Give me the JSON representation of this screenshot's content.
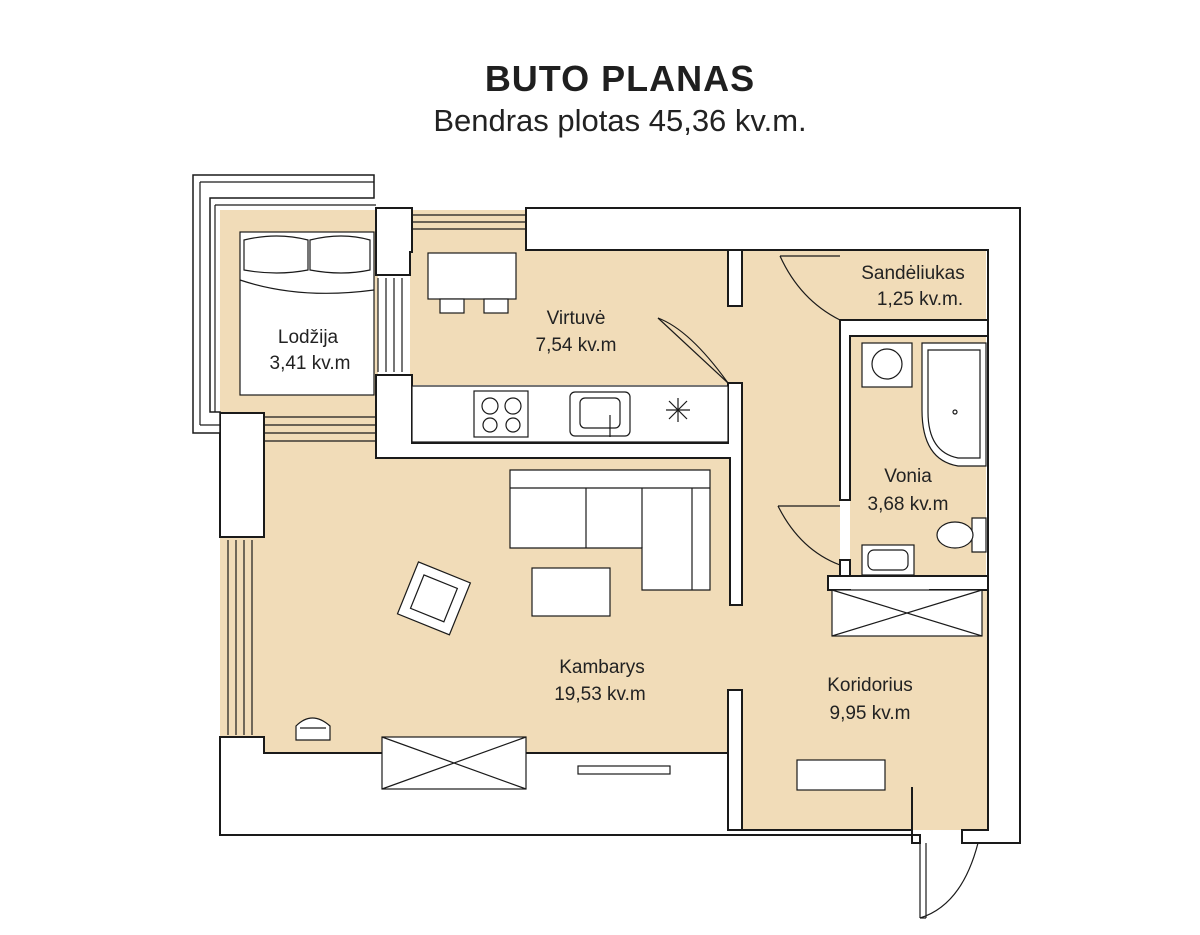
{
  "header": {
    "title": "BUTO PLANAS",
    "subtitle": "Bendras plotas 45,36 kv.m."
  },
  "colors": {
    "floor": "#f1dcb8",
    "wall": "#ffffff",
    "line": "#1a1a1a"
  },
  "rooms": {
    "lodzija": {
      "name": "Lodžija",
      "area": "3,41 kv.m"
    },
    "virtuve": {
      "name": "Virtuvė",
      "area": "7,54 kv.m"
    },
    "sandeliukas": {
      "name": "Sandėliukas",
      "area": "1,25 kv.m."
    },
    "vonia": {
      "name": "Vonia",
      "area": "3,68 kv.m"
    },
    "kambarys": {
      "name": "Kambarys",
      "area": "19,53 kv.m"
    },
    "koridorius": {
      "name": "Koridorius",
      "area": "9,95 kv.m"
    }
  }
}
